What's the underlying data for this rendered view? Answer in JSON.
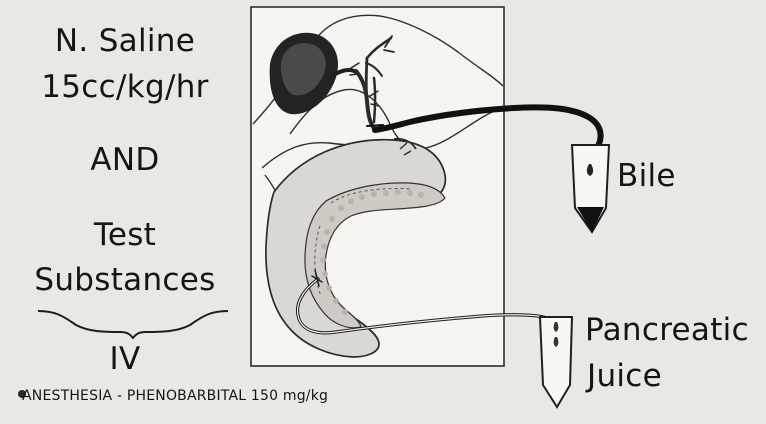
{
  "left_panel": {
    "line1": "N. Saline",
    "line2": "15cc/kg/hr",
    "and": "AND",
    "test": "Test",
    "substances": "Substances",
    "iv": "IV",
    "footnote": "ANESTHESIA - PHENOBARBITAL  150 mg/kg"
  },
  "right_labels": {
    "bile": "Bile",
    "pancreatic": "Pancreatic",
    "juice": "Juice"
  },
  "colors": {
    "background": "#e9e8e4",
    "ink": "#151515",
    "tube": "#111111"
  }
}
